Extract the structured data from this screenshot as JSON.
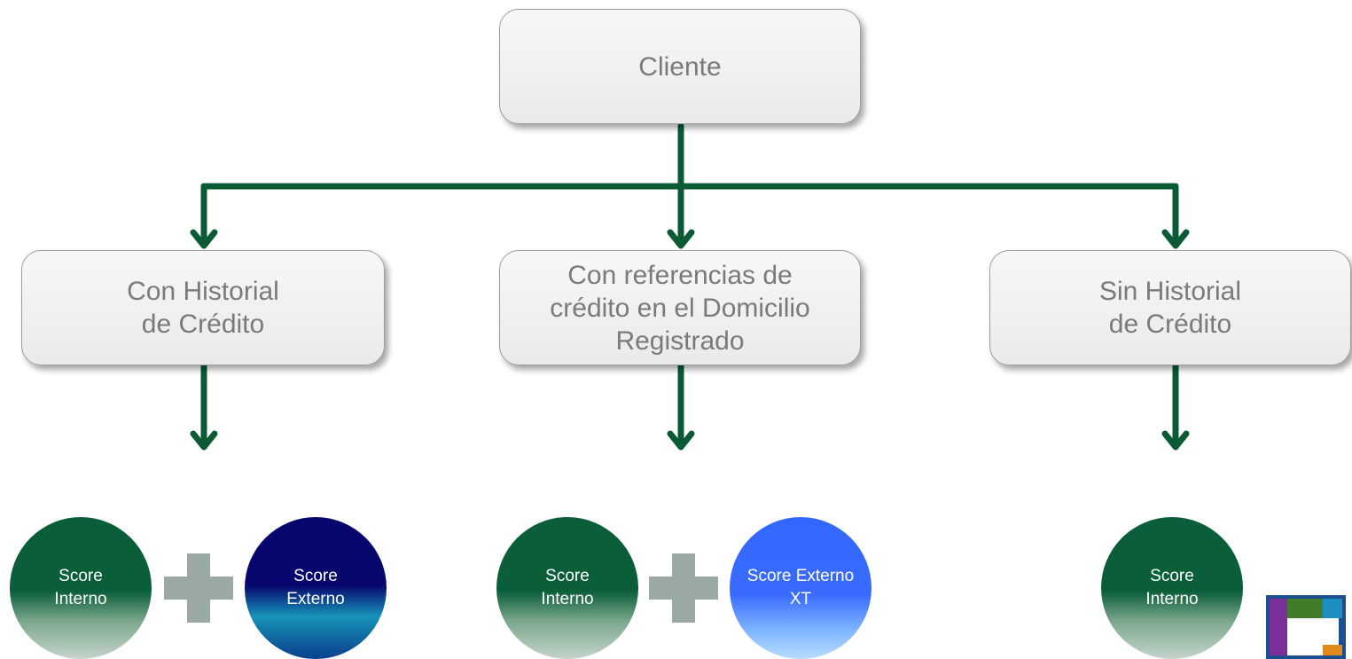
{
  "root": {
    "label": "Cliente"
  },
  "categories": [
    {
      "label": "Con Historial\nde Crédito"
    },
    {
      "label": "Con referencias de\ncrédito en el Domicilio\nRegistrado"
    },
    {
      "label": "Sin Historial\nde Crédito"
    }
  ],
  "scores": {
    "left_internal": "Score\nInterno",
    "left_external": "Score\nExterno",
    "middle_internal": "Score\nInterno",
    "middle_external": "Score Externo\nXT",
    "right_internal": "Score\nInterno"
  },
  "colors": {
    "connector": "#0b5a36",
    "box_text": "#7a7a7a",
    "score_internal": "#0a5e3a",
    "score_external": "#06066e",
    "score_external_xt": "#3267ff",
    "plus": "#9aa9a1"
  }
}
